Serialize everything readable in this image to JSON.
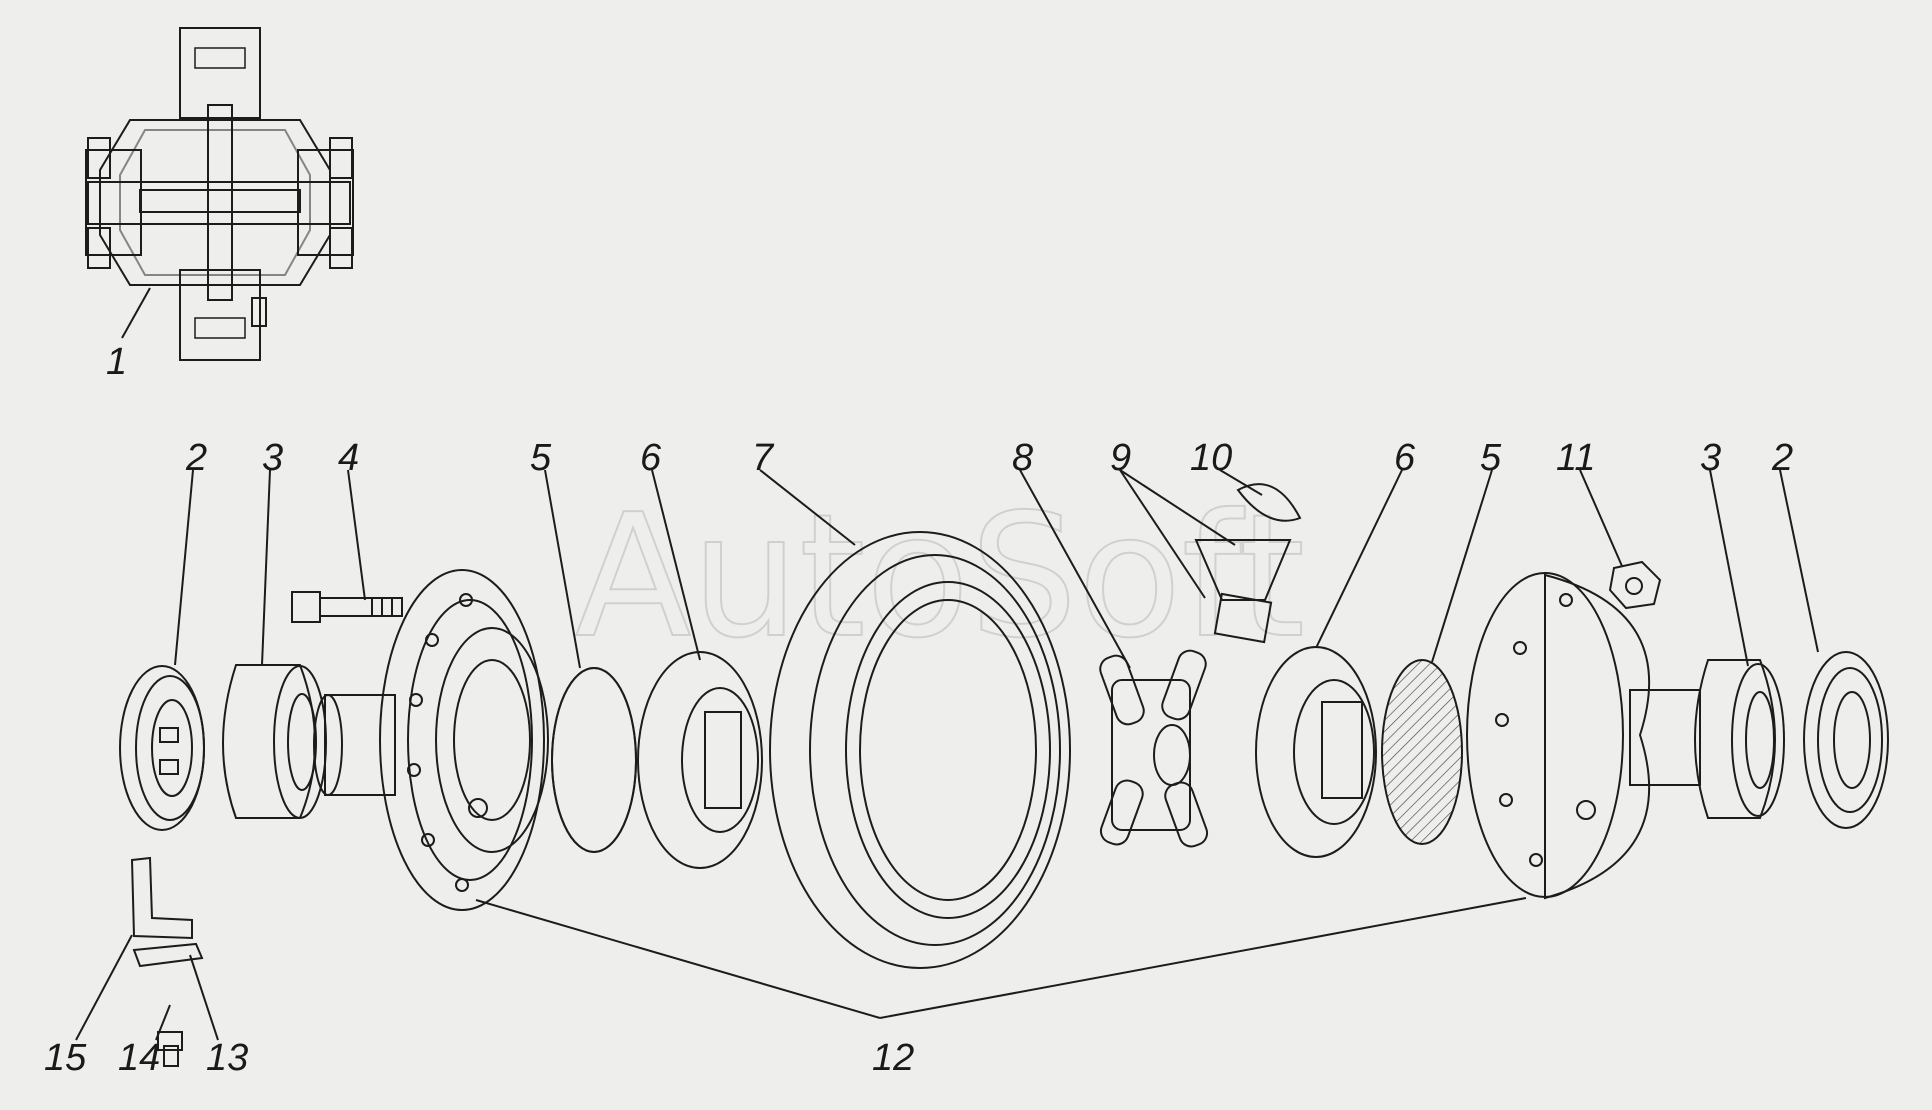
{
  "watermark": "AutoSoft",
  "colors": {
    "background": "#eeeeec",
    "ink": "#1c1c1c",
    "part_fill": "#e2e2df",
    "watermark": "#c9c9c7"
  },
  "callouts": {
    "c1": "1",
    "c2_left": "2",
    "c3_left": "3",
    "c4": "4",
    "c5_left": "5",
    "c6_left": "6",
    "c7": "7",
    "c8": "8",
    "c9": "9",
    "c10": "10",
    "c6_right": "6",
    "c5_right": "5",
    "c11": "11",
    "c3_right": "3",
    "c2_right": "2",
    "c12": "12",
    "c13": "13",
    "c14": "14",
    "c15": "15"
  }
}
